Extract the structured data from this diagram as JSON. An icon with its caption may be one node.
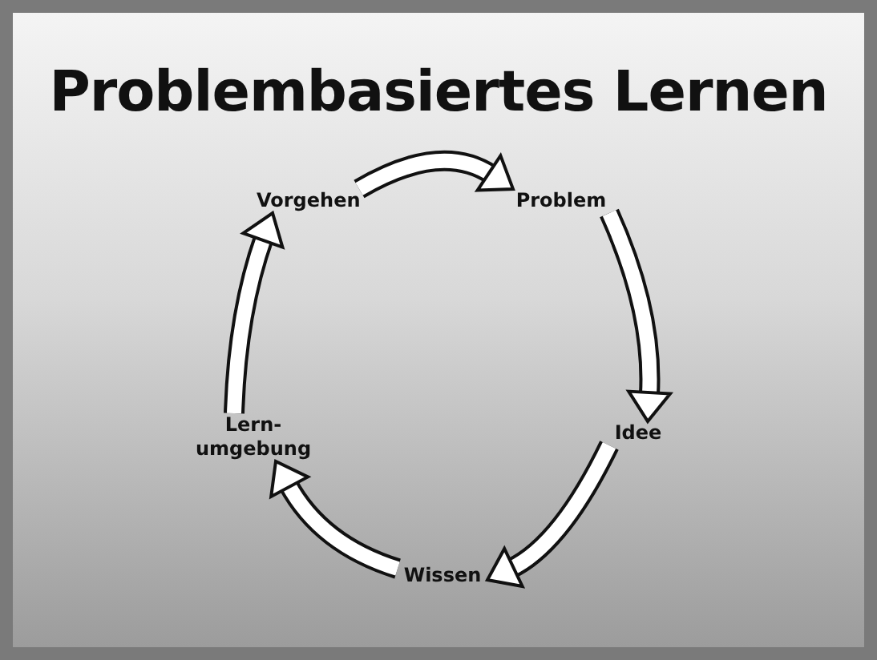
{
  "diagram": {
    "title": "Problembasiertes Lernen",
    "nodes": [
      {
        "text": [
          "Vorgehen"
        ]
      },
      {
        "text": [
          "Problem"
        ]
      },
      {
        "text": [
          "Idee"
        ]
      },
      {
        "text": [
          "Wissen"
        ]
      },
      {
        "text": [
          "Lern- umgebung"
        ]
      }
    ],
    "edges": [
      {
        "from": 0,
        "to": 1,
        "arrow": "to"
      },
      {
        "from": 1,
        "to": 2,
        "arrow": "to"
      },
      {
        "from": 2,
        "to": 3,
        "arrow": "to"
      },
      {
        "from": 3,
        "to": 4,
        "arrow": "to"
      },
      {
        "from": 4,
        "to": 0,
        "arrow": "to"
      }
    ]
  }
}
